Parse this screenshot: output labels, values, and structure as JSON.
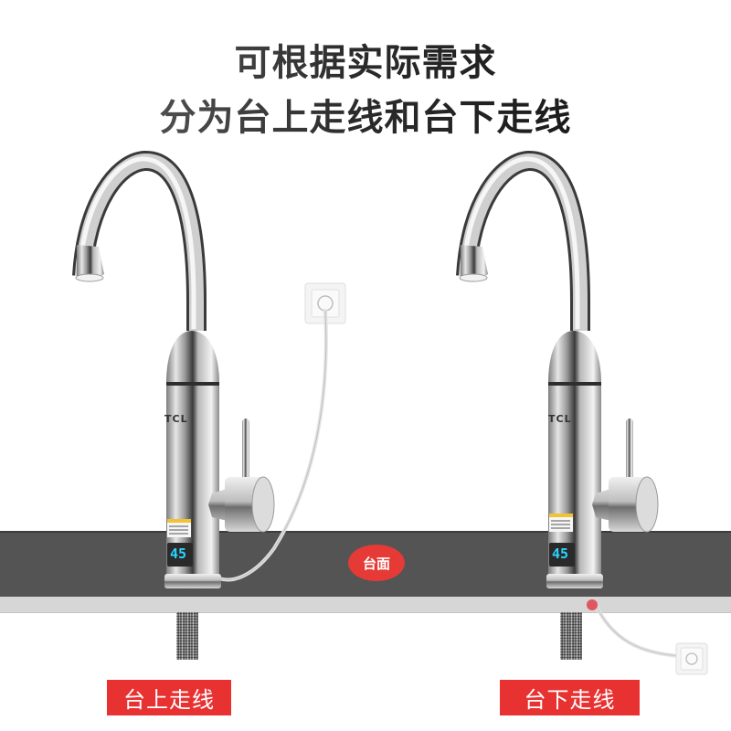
{
  "header": {
    "line1": "可根据实际需求",
    "line2": "分为台上走线和台下走线"
  },
  "counter": {
    "badge_label": "台面",
    "top_color": "#545454",
    "edge_color": "#d6d6d6"
  },
  "faucets": [
    {
      "brand": "TCL",
      "display_value": "45",
      "wiring": "above-counter",
      "label": "台上走线"
    },
    {
      "brand": "TCL",
      "display_value": "45",
      "wiring": "below-counter",
      "label": "台下走线"
    }
  ],
  "colors": {
    "accent_red": "#e83232",
    "display_cyan": "#2ad4ff"
  }
}
